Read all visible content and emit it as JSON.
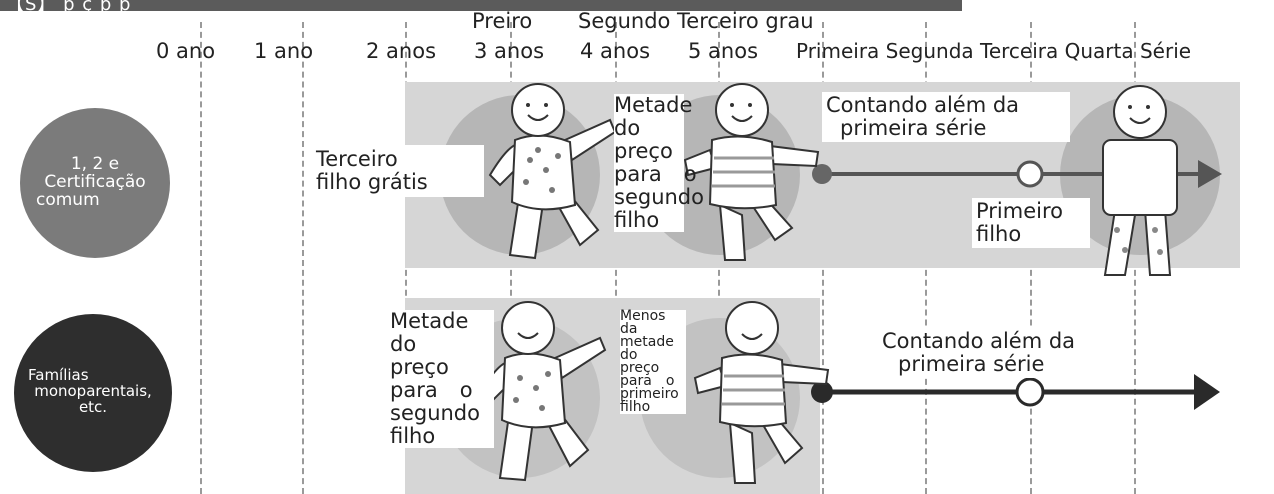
{
  "title_partial": "【S】 p          ç               p                p",
  "headers": {
    "line1": [
      "Preiro",
      "Segundo Terceiro grau"
    ],
    "line2": [
      "0 ano",
      "1 ano",
      "2 anos",
      "3 anos",
      "4 anos",
      "5 anos",
      "Primeira Segunda Terceira Quarta Série"
    ]
  },
  "rows": [
    {
      "category": "1,　2　e Certificação comum",
      "category_lines": [
        "1,   2   e",
        "Certificação",
        "comum"
      ],
      "labels": {
        "third_child": [
          "Terceiro",
          "filho grátis"
        ],
        "half_price": [
          "Metade",
          "do",
          "preço",
          "para",
          "o",
          "segundo",
          "filho"
        ],
        "counting": [
          "Contando além da",
          "primeira série"
        ],
        "first_child": [
          "Primeiro",
          "filho"
        ]
      }
    },
    {
      "category_lines": [
        "Famílias",
        "monoparentais,",
        "etc."
      ],
      "labels": {
        "half_price": [
          "Metade",
          "do",
          "preço",
          "para",
          "o",
          "segundo",
          "filho"
        ],
        "less_half": [
          "Menos",
          "da",
          "metade",
          "do",
          "preço",
          "para",
          "o",
          "primeiro",
          "filho"
        ],
        "counting": [
          "Contando além da",
          "primeira série"
        ]
      }
    }
  ]
}
